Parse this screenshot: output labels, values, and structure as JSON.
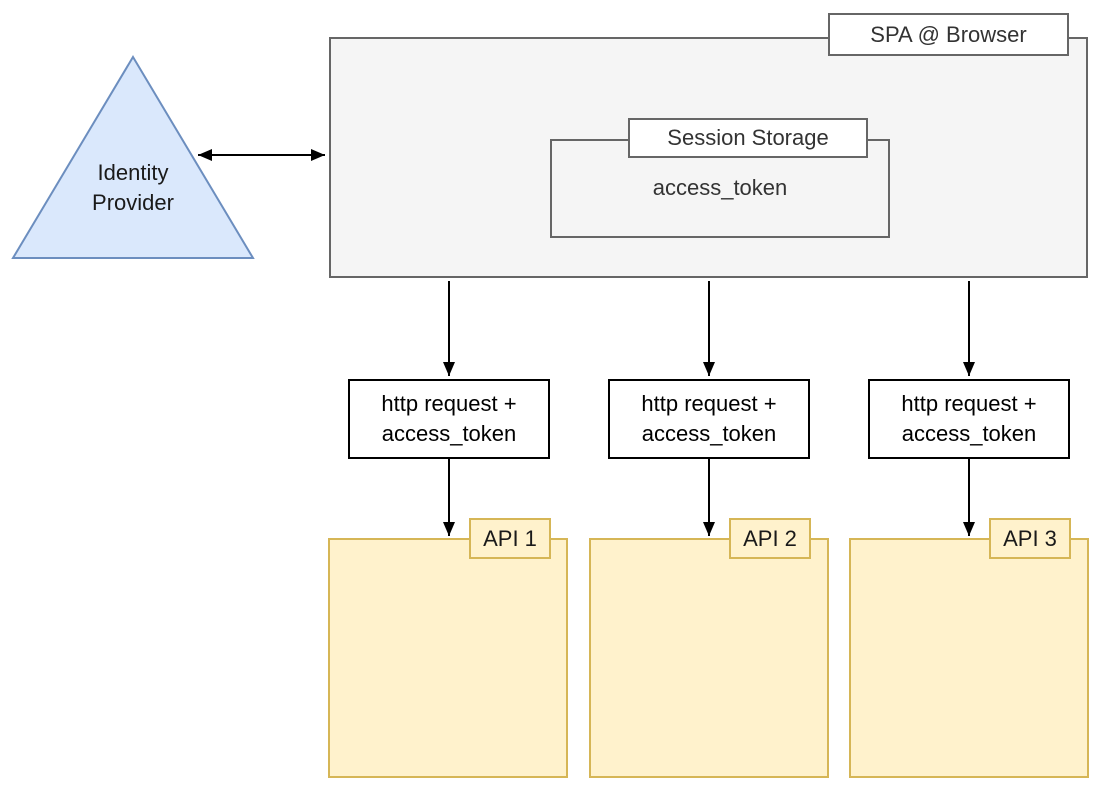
{
  "canvas": {
    "background": "#ffffff"
  },
  "colors": {
    "identity_provider_fill": "#dae8fc",
    "identity_provider_stroke": "#6c8ebf",
    "browser_fill": "#f5f5f5",
    "browser_stroke": "#666666",
    "title_box_fill": "#ffffff",
    "request_fill": "#ffffff",
    "request_stroke": "#000000",
    "api_fill": "#fff2cc",
    "api_stroke": "#d6b656",
    "arrow": "#000000"
  },
  "identity_provider": {
    "line1": "Identity",
    "line2": "Provider"
  },
  "browser": {
    "title": "SPA @ Browser"
  },
  "session_storage": {
    "title": "Session Storage",
    "item": "access_token"
  },
  "requests": [
    {
      "line1": "http request +",
      "line2": "access_token"
    },
    {
      "line1": "http request +",
      "line2": "access_token"
    },
    {
      "line1": "http request +",
      "line2": "access_token"
    }
  ],
  "apis": [
    {
      "label": "API 1"
    },
    {
      "label": "API 2"
    },
    {
      "label": "API 3"
    }
  ]
}
